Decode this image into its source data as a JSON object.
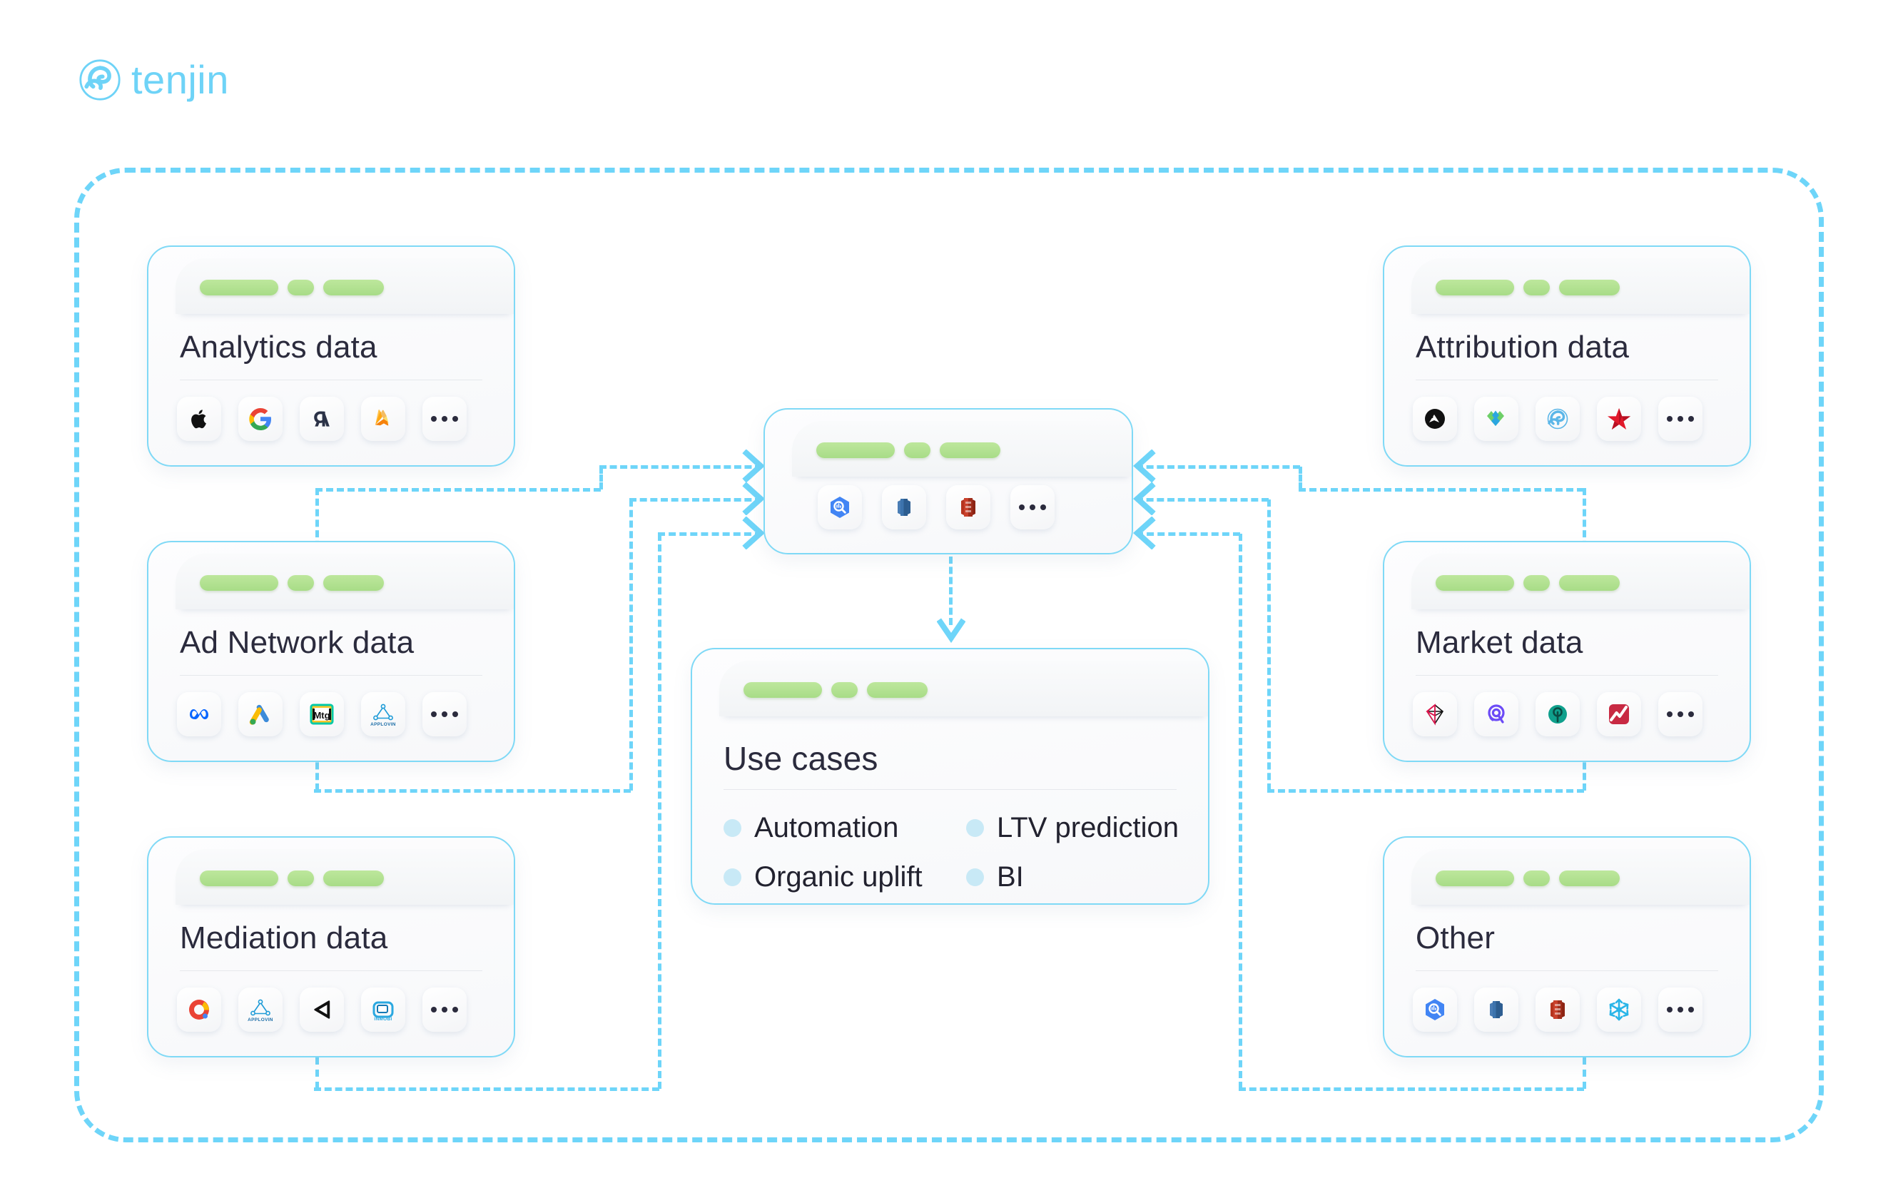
{
  "brand": {
    "name": "tenjin",
    "logo_icon": "tenjin-pinwheel-icon",
    "color": "#6ed3f7"
  },
  "theme": {
    "frame_border": "#6ed5f9",
    "card_border": "#7fd9f6",
    "pill_green": "#a8dc87",
    "title_color": "#2b2b3d",
    "bullet_blue": "#c8e9f6",
    "connector": "#6ed5f9"
  },
  "cards": {
    "analytics": {
      "title": "Analytics data",
      "icons": [
        "apple-icon",
        "google-icon",
        "google-analytics-icon",
        "firebase-icon",
        "more-ellipsis-icon"
      ]
    },
    "ad_network": {
      "title": "Ad Network data",
      "icons": [
        "meta-icon",
        "google-ads-icon",
        "mintegral-icon",
        "applovin-icon",
        "more-ellipsis-icon"
      ]
    },
    "mediation": {
      "title": "Mediation data",
      "icons": [
        "admob-icon",
        "applovin-icon",
        "unity-icon",
        "inmobi-icon",
        "more-ellipsis-icon"
      ]
    },
    "attribution": {
      "title": "Attribution data",
      "icons": [
        "appsflyer-icon",
        "adjust-icon",
        "tenjin-icon",
        "branch-star-icon",
        "more-ellipsis-icon"
      ]
    },
    "market": {
      "title": "Market data",
      "icons": [
        "sensortower-icon",
        "apptweak-icon",
        "dataai-icon",
        "appfigures-icon",
        "more-ellipsis-icon"
      ]
    },
    "other": {
      "title": "Other",
      "icons": [
        "bigquery-icon",
        "redshift-icon",
        "amazon-s3-icon",
        "snowflake-icon",
        "more-ellipsis-icon"
      ]
    },
    "hub": {
      "title": "",
      "icons": [
        "bigquery-icon",
        "redshift-icon",
        "amazon-s3-icon",
        "more-ellipsis-icon"
      ]
    },
    "use_cases": {
      "title": "Use cases",
      "items": [
        "Automation",
        "LTV prediction",
        "Organic uplift",
        "BI"
      ]
    }
  }
}
